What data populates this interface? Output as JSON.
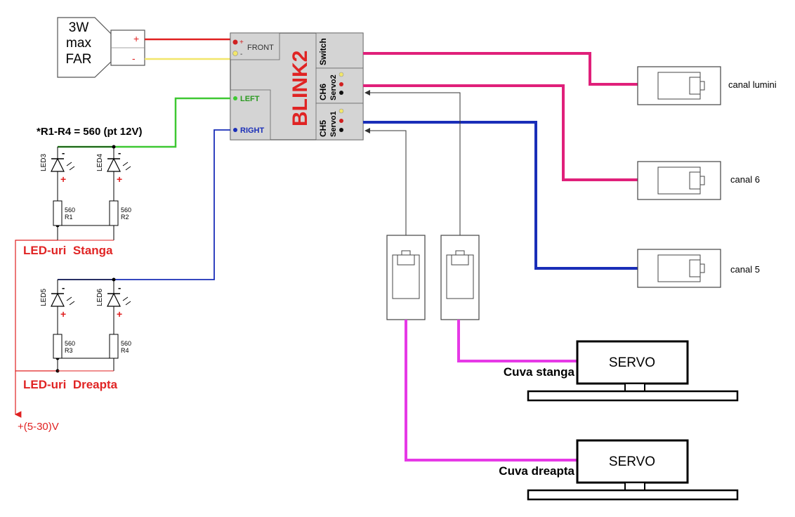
{
  "far_box": {
    "line1": "3W",
    "line2": "max",
    "line3": "FAR"
  },
  "far_connector": {
    "plus": "+",
    "minus": "-"
  },
  "module": {
    "title": "BLINK2",
    "front": "FRONT",
    "front_plus": "+",
    "front_minus": "-",
    "left": "LEFT",
    "right": "RIGHT",
    "switch": "Switch",
    "ch6": "CH6",
    "servo2": "Servo2",
    "ch5": "CH5",
    "servo1": "Servo1"
  },
  "note": "*R1-R4 = 560 (pt 12V)",
  "leds": [
    {
      "led": "LED3",
      "resistor": "R1",
      "value": "560"
    },
    {
      "led": "LED4",
      "resistor": "R2",
      "value": "560"
    },
    {
      "led": "LED5",
      "resistor": "R3",
      "value": "560"
    },
    {
      "led": "LED6",
      "resistor": "R4",
      "value": "560"
    }
  ],
  "polarity": {
    "minus": "-",
    "plus": "+"
  },
  "groups": {
    "left": "LED-uri  Stanga",
    "right": "LED-uri  Dreapta"
  },
  "supply": "+(5-30)V",
  "channels": {
    "lumini": "canal lumini",
    "c6": "canal 6",
    "c5": "canal 5"
  },
  "servos": [
    {
      "label": "SERVO",
      "caption": "Cuva stanga"
    },
    {
      "label": "SERVO",
      "caption": "Cuva dreapta"
    }
  ],
  "colors": {
    "red": "#e02020",
    "yellow": "#f2e66a",
    "green": "#3ec832",
    "blue": "#1a2eb8",
    "pink": "#e0207a",
    "magenta": "#e639e6",
    "module_fill": "#d4d4d4",
    "text_red": "#e02424"
  }
}
